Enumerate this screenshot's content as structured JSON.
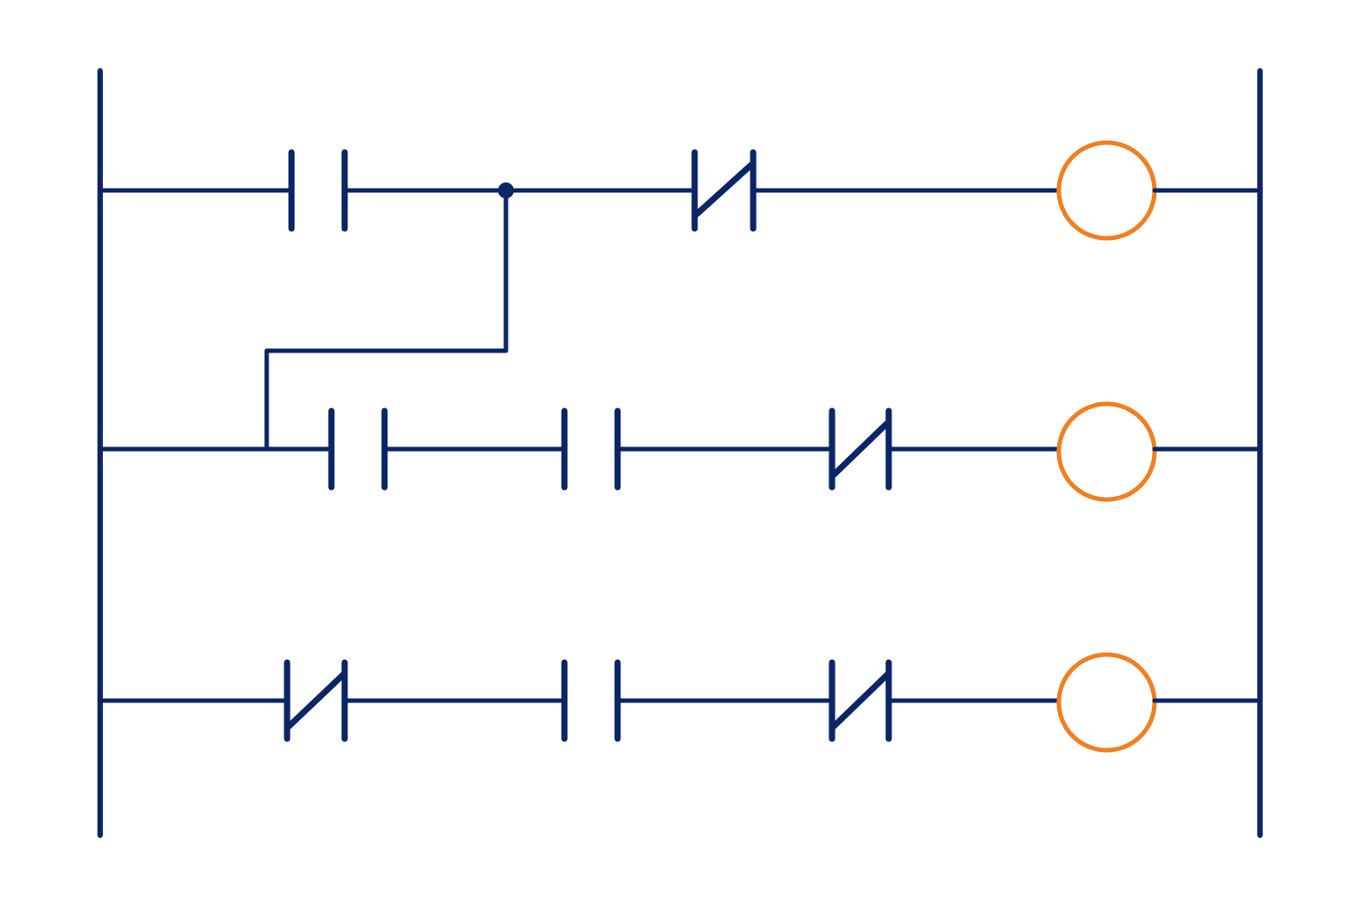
{
  "diagram": {
    "type": "ladder-logic",
    "colors": {
      "background": "#ffffff",
      "wire": "#0b2566",
      "coil": "#f07f22"
    },
    "rungs": [
      {
        "elements": [
          {
            "kind": "contact-no"
          },
          {
            "kind": "contact-nc"
          },
          {
            "kind": "coil"
          }
        ]
      },
      {
        "elements": [
          {
            "kind": "contact-no"
          },
          {
            "kind": "contact-no"
          },
          {
            "kind": "contact-nc"
          },
          {
            "kind": "coil"
          }
        ],
        "parallel_branch_to_rung": 1
      },
      {
        "elements": [
          {
            "kind": "contact-nc"
          },
          {
            "kind": "contact-no"
          },
          {
            "kind": "contact-nc"
          },
          {
            "kind": "coil"
          }
        ]
      }
    ]
  }
}
